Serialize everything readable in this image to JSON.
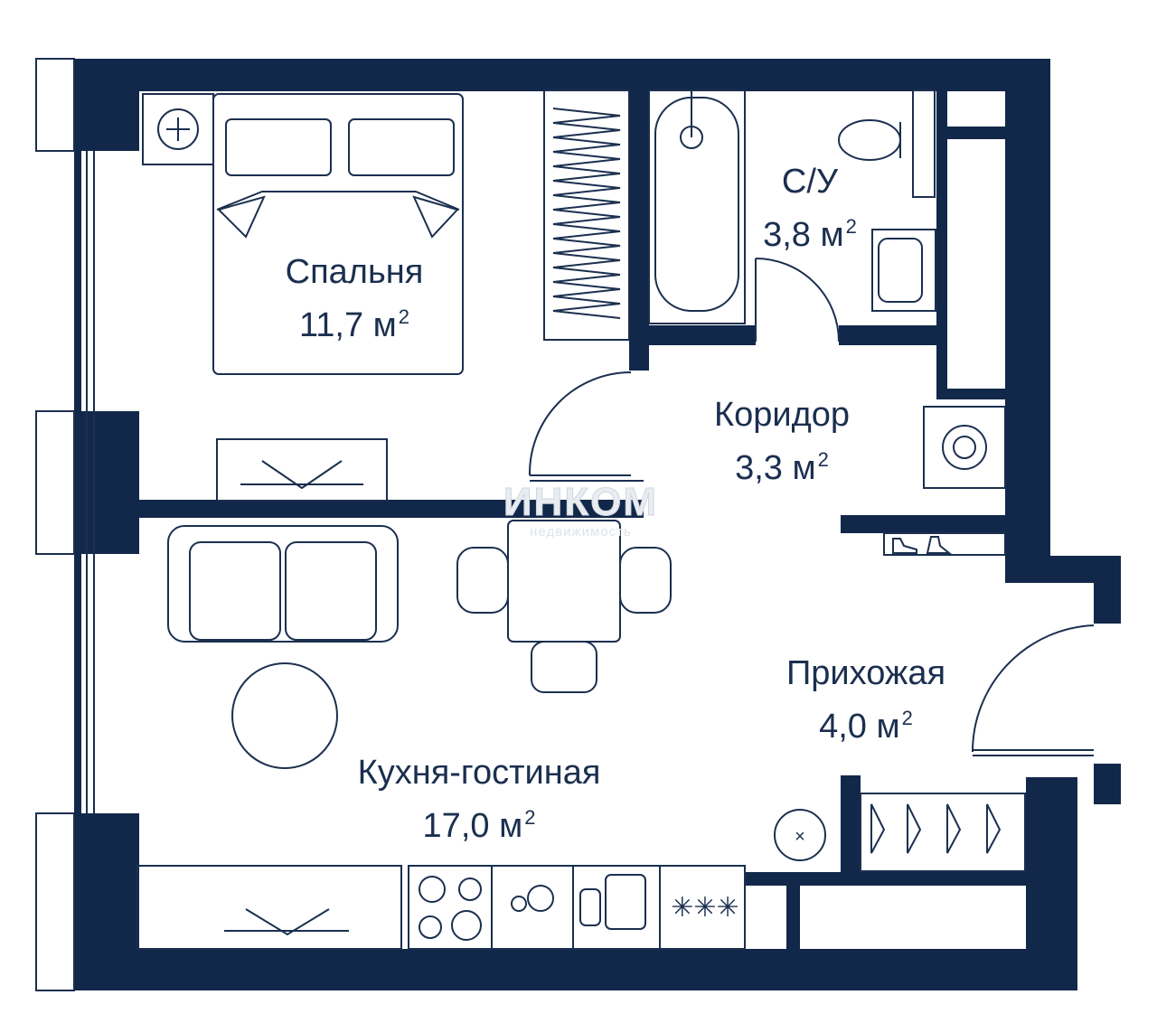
{
  "rooms": {
    "bedroom": {
      "name": "Спальня",
      "area": "11,7 м",
      "unit_sup": "2"
    },
    "bathroom": {
      "name": "С/У",
      "area": "3,8 м",
      "unit_sup": "2"
    },
    "corridor": {
      "name": "Коридор",
      "area": "3,3 м",
      "unit_sup": "2"
    },
    "hallway": {
      "name": "Прихожая",
      "area": "4,0 м",
      "unit_sup": "2"
    },
    "kitchen": {
      "name": "Кухня-гостиная",
      "area": "17,0 м",
      "unit_sup": "2"
    }
  },
  "watermark": {
    "brand": "ИНКОМ",
    "subtitle": "недвижимость"
  },
  "colors": {
    "wall": "#12284a",
    "line": "#1b2f4f",
    "background": "#ffffff"
  }
}
